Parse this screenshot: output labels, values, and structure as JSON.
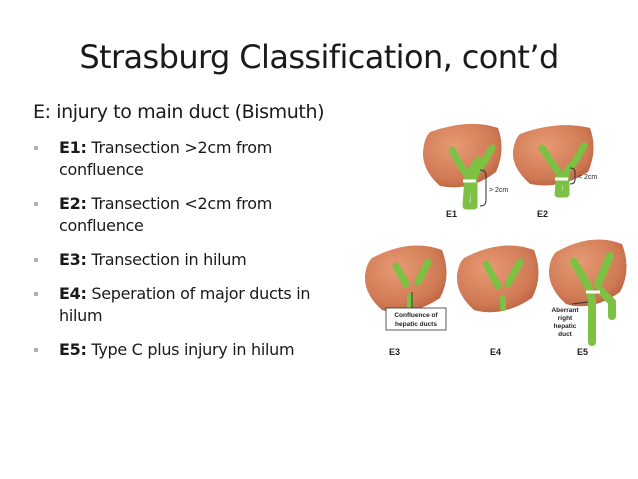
{
  "slide": {
    "title": "Strasburg Classification, cont’d",
    "subtitle": "E: injury to main duct (Bismuth)",
    "bullets": [
      {
        "code": "E1:",
        "text": " Transection >2cm from confluence"
      },
      {
        "code": "E2:",
        "text": " Transection <2cm from confluence"
      },
      {
        "code": "E3:",
        "text": " Transection in hilum"
      },
      {
        "code": "E4:",
        "text": " Seperation of major ducts in hilum"
      },
      {
        "code": "E5:",
        "text": "  Type C plus injury in hilum"
      }
    ]
  },
  "figure": {
    "labels": {
      "e1": "E1",
      "e2": "E2",
      "e3": "E3",
      "e4": "E4",
      "e5": "E5",
      "gt2cm": "> 2cm",
      "lt2cm": "< 2cm",
      "confluence_line1": "Confluence of",
      "confluence_line2": "hepatic ducts",
      "aberrant_line1": "Aberrant",
      "aberrant_line2": "right",
      "aberrant_line3": "hepatic",
      "aberrant_line4": "duct"
    },
    "colors": {
      "liver": "#cf7a55",
      "liver_dark": "#b35a3a",
      "duct": "#7cc143",
      "duct_dark": "#4f9a2a"
    }
  }
}
